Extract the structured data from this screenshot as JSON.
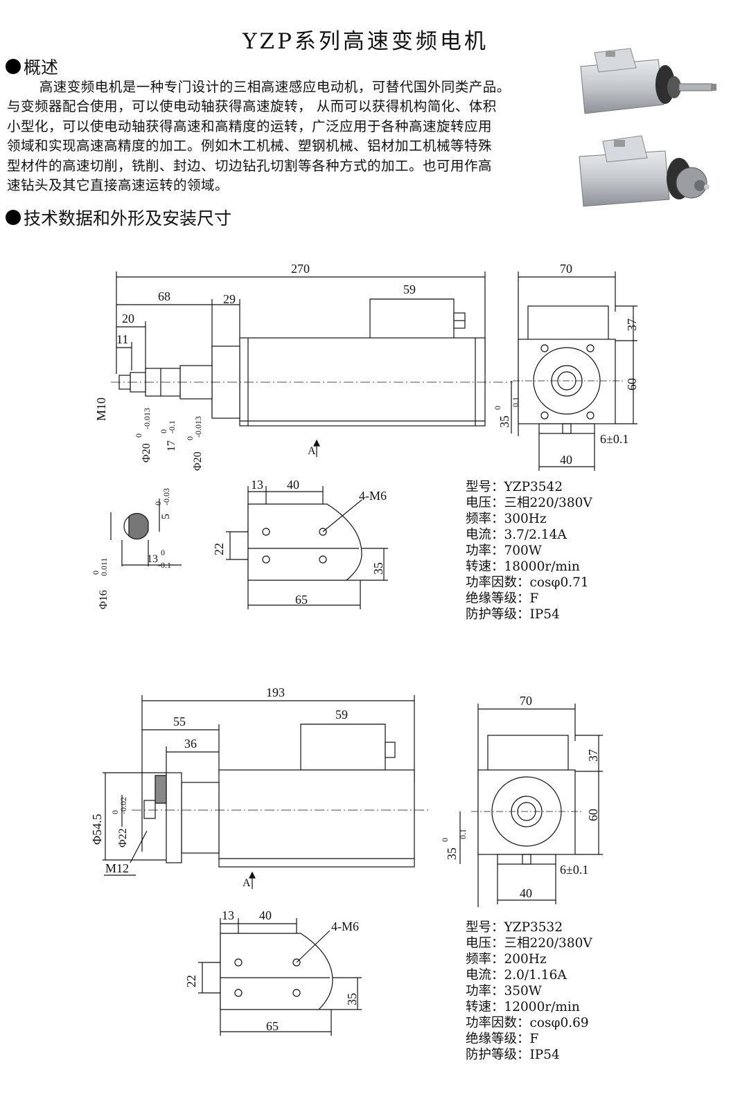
{
  "title": "YZP系列高速变频电机",
  "sections": {
    "overview": "概述",
    "tech": "技术数据和外形及安装尺寸"
  },
  "intro_lines": [
    "高速变频电机是一种专门设计的三相高速感应电动机，可替代国外同类产品。",
    "与变频器配合使用，可以使电动轴获得高速旋转， 从而可以获得机构简化、体积",
    "小型化，可以使电动轴获得高速和高精度的运转，广泛应用于各种高速旋转应用",
    "领域和实现高速高精度的加工。例如木工机械、塑钢机械、铝材加工机械等特殊",
    "型材件的高速切削，铣削、封边、切边钻孔切割等各种方式的加工。也可用作高",
    "速钻头及其它直接高速运转的领域。"
  ],
  "drawing1": {
    "dims": {
      "total": "270",
      "d68": "68",
      "d29": "29",
      "d59": "59",
      "d20": "20",
      "d11": "11",
      "m10": "M10",
      "phi20a": "Φ20",
      "phi20a_tol": "-0.013",
      "phi20a_up": "0",
      "d17": "17",
      "d17_tol": "-0.1",
      "d17_up": "0",
      "phi20b": "Φ20",
      "phi20b_tol": "-0.013",
      "phi20b_up": "0",
      "arrow_a": "A",
      "end_w": "70",
      "end_h1": "37",
      "end_h2": "60",
      "end_c": "35",
      "end_c_tol": "0.1",
      "end_c_up": "0",
      "key": "6±0.1",
      "end_base": "40",
      "shaft_phi16": "Φ16",
      "shaft_phi16_tol": "0.011",
      "shaft_phi16_up": "0",
      "shaft_5": "5",
      "shaft_5_tol": "-0.03",
      "shaft_5_up": "0",
      "shaft_13": "13",
      "shaft_13_tol": "-0.1",
      "shaft_13_up": "0",
      "m_13": "13",
      "m_40": "40",
      "m_holes": "4-M6",
      "m_22": "22",
      "m_35": "35",
      "m_65": "65"
    },
    "specs": [
      "型号：YZP3542",
      "电压：三相220/380V",
      "频率：300Hz",
      "电流：3.7/2.14A",
      "功率：700W",
      "转速：18000r/min",
      "功率因数：cosφ0.71",
      "绝缘等级：F",
      "防护等级：IP54"
    ]
  },
  "drawing2": {
    "dims": {
      "total": "193",
      "d55": "55",
      "d36": "36",
      "d59": "59",
      "phi545": "Φ54.5",
      "phi22": "Φ22",
      "phi22_tol": "-0.02",
      "phi22_up": "0",
      "m12": "M12",
      "arrow_a": "A",
      "end_w": "70",
      "end_h1": "37",
      "end_h2": "60",
      "end_c": "35",
      "end_c_tol": "0.1",
      "end_c_up": "0",
      "key": "6±0.1",
      "end_base": "40",
      "m_13": "13",
      "m_40": "40",
      "m_holes": "4-M6",
      "m_22": "22",
      "m_35": "35",
      "m_65": "65"
    },
    "specs": [
      "型号：YZP3532",
      "电压：三相220/380V",
      "频率：200Hz",
      "电流：2.0/1.16A",
      "功率：350W",
      "转速：12000r/min",
      "功率因数：cosφ0.69",
      "绝缘等级：F",
      "防护等级：IP54"
    ]
  },
  "colors": {
    "ink": "#111111",
    "photo_body": "#c9cdd2",
    "photo_dark": "#3a3a3a"
  }
}
